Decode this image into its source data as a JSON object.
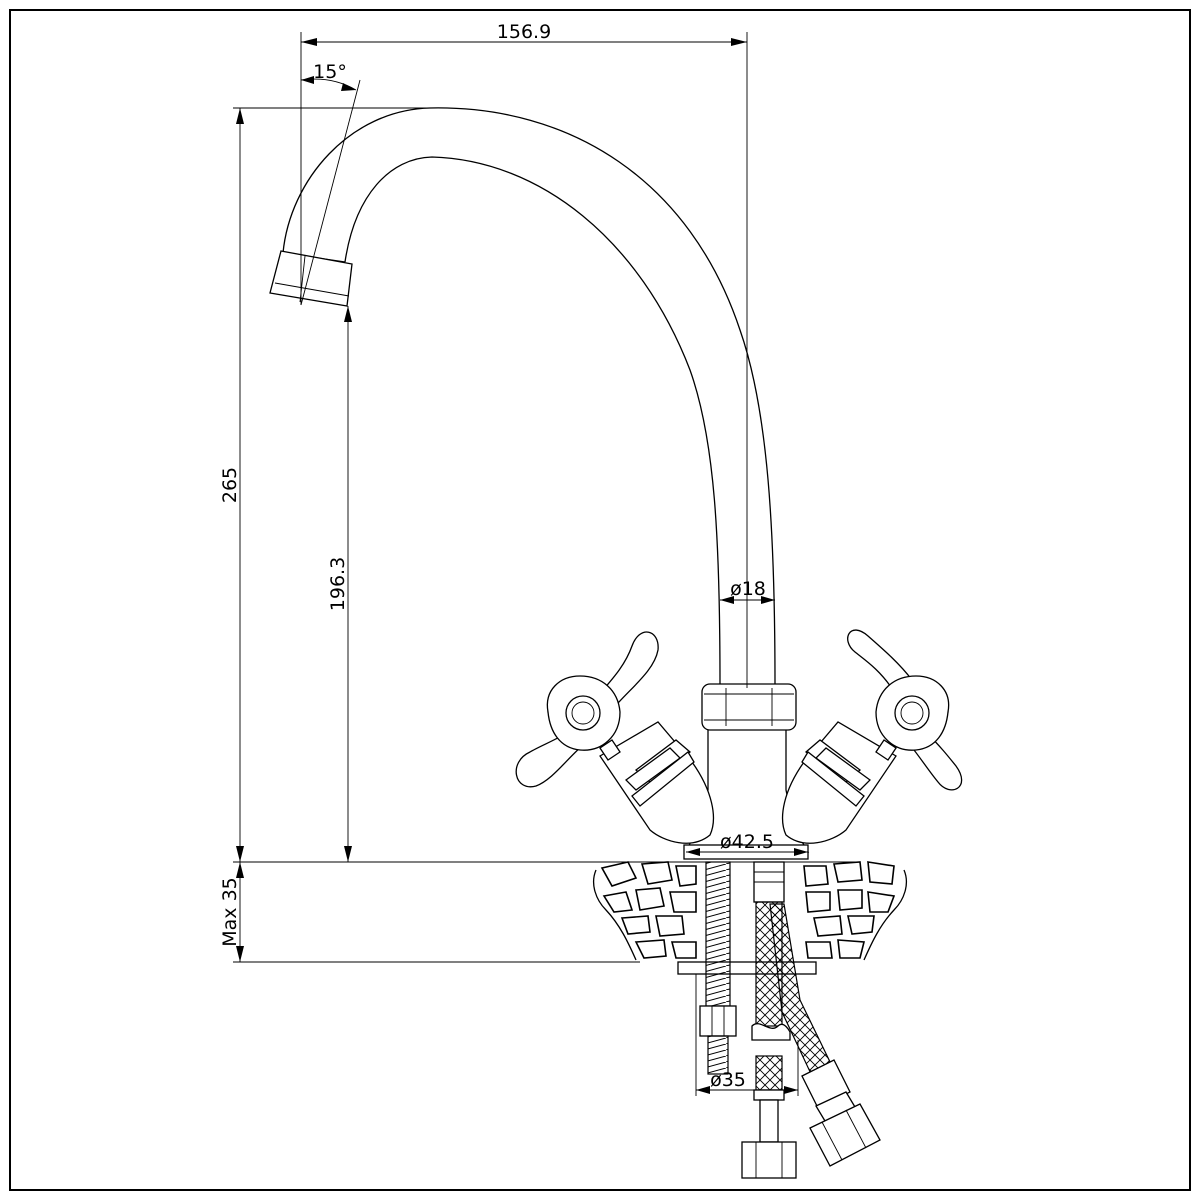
{
  "dimensions": {
    "spout_reach": "156.9",
    "spout_angle": "15°",
    "total_height": "265",
    "outlet_height": "196.3",
    "spout_tube_diameter": "ø18",
    "base_diameter": "ø42.5",
    "max_countertop_thickness": "Max 35",
    "mounting_hole_diameter": "ø35"
  }
}
